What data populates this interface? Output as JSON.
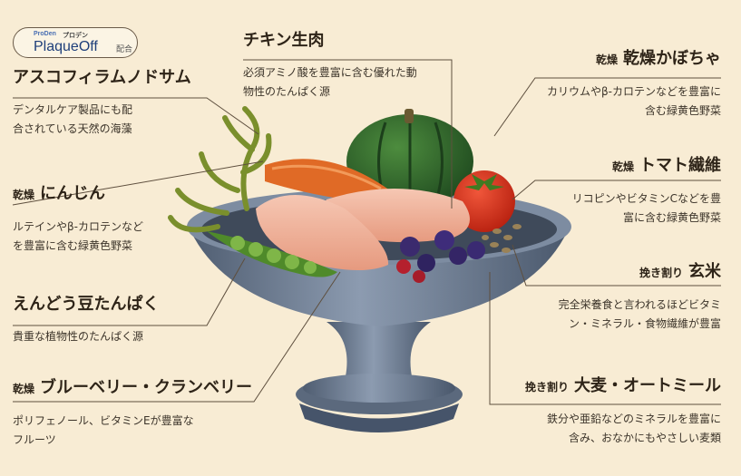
{
  "badge": {
    "brand_small": "ProDen",
    "brand_small_jp": "プロデン",
    "brand": "PlaqueOff",
    "mix": "配合"
  },
  "ingredients": {
    "seaweed": {
      "prefix": "",
      "name": "アスコフィラムノドサム",
      "desc": [
        "デンタルケア製品にも配",
        "合されている天然の海藻"
      ]
    },
    "carrot": {
      "prefix": "乾燥",
      "name": "にんじん",
      "desc": [
        "ルテインやβ-カロテンなど",
        "を豊富に含む緑黄色野菜"
      ]
    },
    "pea": {
      "prefix": "",
      "name": "えんどう豆たんぱく",
      "desc": [
        "貴重な植物性のたんぱく源"
      ]
    },
    "berry": {
      "prefix": "乾燥",
      "name": "ブルーベリー・クランベリー",
      "desc": [
        "ポリフェノール、ビタミンEが豊富な",
        "フルーツ"
      ]
    },
    "chicken": {
      "prefix": "",
      "name": "チキン生肉",
      "desc": [
        "必須アミノ酸を豊富に含む優れた動",
        "物性のたんぱく源"
      ]
    },
    "pumpkin": {
      "prefix": "乾燥",
      "name": "乾燥かぼちゃ",
      "desc": [
        "カリウムやβ-カロテンなどを豊富に",
        "含む緑黄色野菜"
      ]
    },
    "tomato": {
      "prefix": "乾燥",
      "name": "トマト繊維",
      "desc": [
        "リコピンやビタミンCなどを豊",
        "富に含む緑黄色野菜"
      ]
    },
    "rice": {
      "prefix": "挽き割り",
      "name": "玄米",
      "desc": [
        "完全栄養食と言われるほどビタミ",
        "ン・ミネラル・食物繊維が豊富"
      ]
    },
    "barley": {
      "prefix": "挽き割り",
      "name": "大麦・オートミール",
      "desc": [
        "鉄分や亜鉛などのミネラルを豊富に",
        "含み、おなかにもやさしい麦類"
      ]
    }
  },
  "colors": {
    "background": "#f8ecd4",
    "bowl": "#6f7f93",
    "carrot": "#e06a26",
    "pumpkin": "#2f6b2c",
    "tomato": "#d8321f",
    "chicken": "#efb29a",
    "pea": "#6da13a",
    "berry": "#3b2a6e"
  },
  "icons": [
    "bowl-illustration",
    "carrot-icon",
    "pumpkin-icon",
    "tomato-icon",
    "chicken-icon",
    "pea-pod-icon",
    "berry-icon",
    "seaweed-icon",
    "grain-icon"
  ]
}
